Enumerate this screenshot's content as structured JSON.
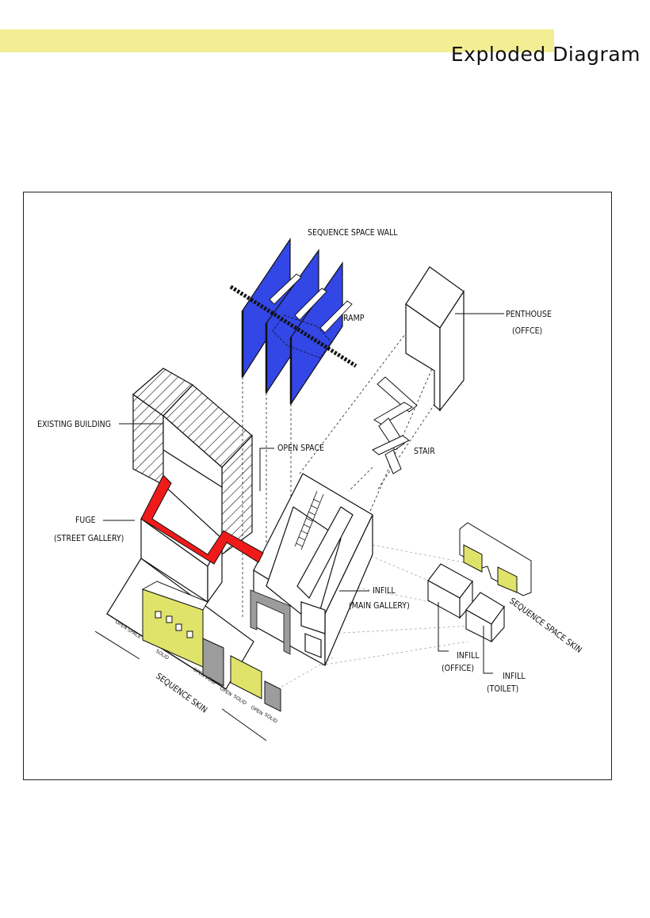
{
  "page": {
    "title": "Exploded Diagram"
  },
  "labels": {
    "sequence_space_wall": "SEQUENCE SPACE WALL",
    "ramp": "RAMP",
    "penthouse": "PENTHOUSE",
    "offce": "(OFFCE)",
    "existing_building": "EXISTING BUILDING",
    "open_space": "OPEN SPACE",
    "stair": "STAIR",
    "fuge": "FUGE",
    "street_gallery": "(STREET GALLERY)",
    "infill_main": "INFILL",
    "main_gallery": "(MAIN GALLERY)",
    "sequence_space_skin": "SEQUENCE SPACE SKIN",
    "infill_office": "INFILL",
    "office": "(OFFICE)",
    "infill_toilet": "INFILL",
    "toilet": "(TOILET)",
    "sequence_skin": "SEQUENCE SKIN"
  },
  "skin_labels": {
    "open_space": "OPEN SPACE",
    "solid1": "SOLID",
    "open1": "OPEN",
    "void": "VOID",
    "open2": "OPEN",
    "solid2": "SOLID",
    "open3": "OPEN",
    "solid3": "SOLID"
  },
  "colors": {
    "banner": "#f3ee94",
    "wall_blue": "#3346e6",
    "fuge_red": "#ef1a1a",
    "skin_yellow": "#dfe36a",
    "void_grey": "#9c9c9c"
  }
}
